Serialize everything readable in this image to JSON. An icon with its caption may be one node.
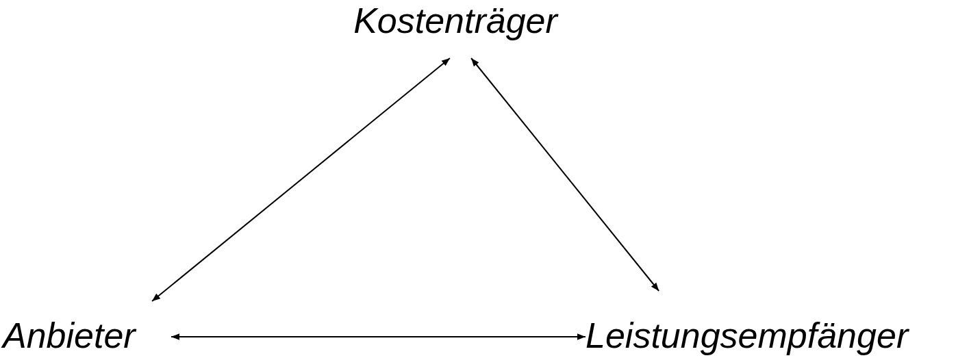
{
  "diagram": {
    "nodes": [
      {
        "text": [
          "Kostenträger"
        ]
      },
      {
        "text": [
          "Anbieter"
        ]
      },
      {
        "text": [
          "Leistungsempfänger"
        ]
      }
    ],
    "edges": [
      {
        "from": 0,
        "to": 1,
        "arrow": "both"
      },
      {
        "from": 0,
        "to": 2,
        "arrow": "both"
      },
      {
        "from": 1,
        "to": 2,
        "arrow": "both"
      }
    ]
  }
}
